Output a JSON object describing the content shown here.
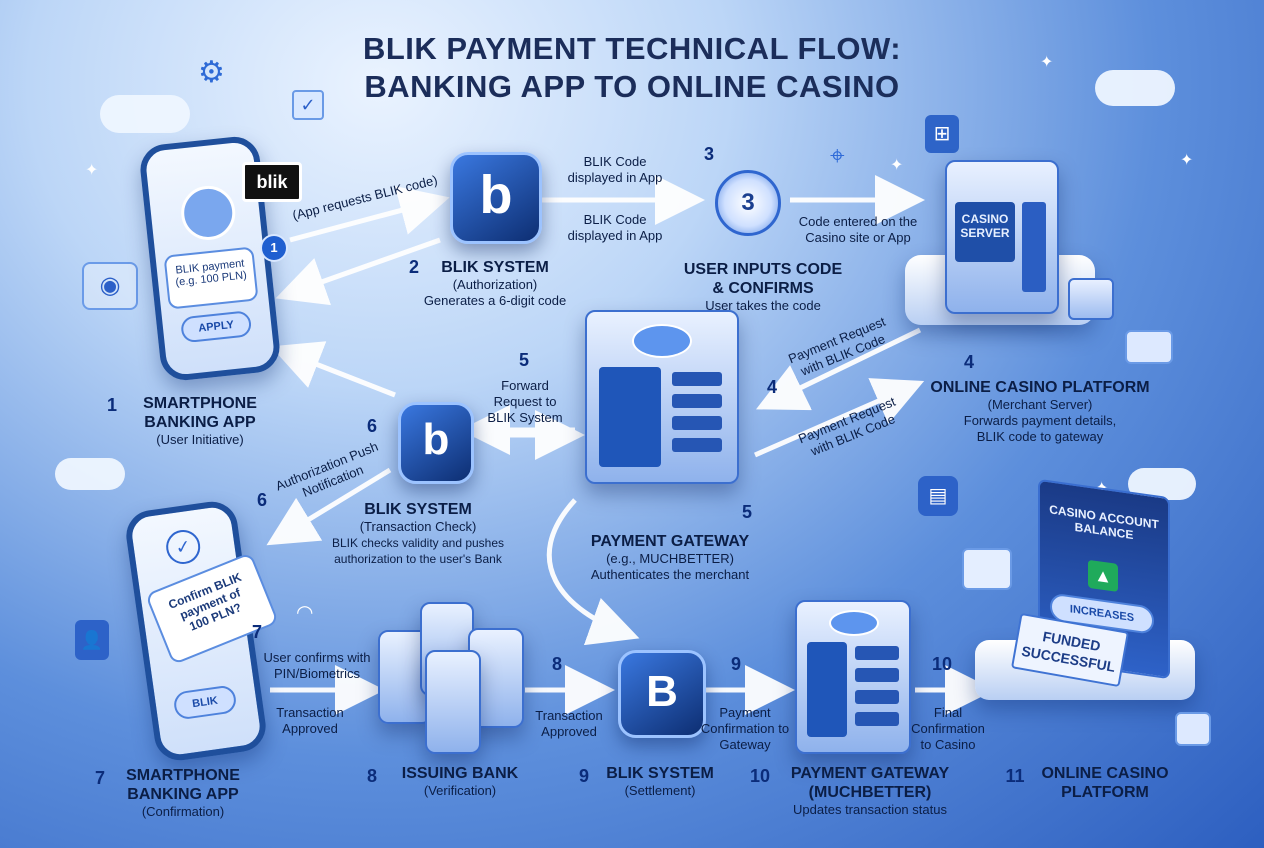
{
  "title": {
    "line1": "BLIK PAYMENT TECHNICAL FLOW:",
    "line2": "BANKING APP TO ONLINE CASINO"
  },
  "icons": [
    "gear-icon",
    "checkmark-icon",
    "cloud-icon",
    "sparkle-icon",
    "location-pin-icon",
    "fingerprint-icon",
    "document-icon",
    "wifi-icon",
    "user-icon",
    "chip-icon",
    "arrow-up-icon"
  ],
  "top_phone": {
    "logo": "blik",
    "card_line1": "BLIK payment",
    "card_line2": "(e.g. 100 PLN)",
    "button": "APPLY"
  },
  "bottom_phone": {
    "card_line1": "Confirm BLIK",
    "card_line2": "payment of",
    "card_line3": "100 PLN?",
    "button": "BLIK"
  },
  "blik_logo_letter": "b",
  "blik_logo_alt": "B",
  "user_code_digit": "3",
  "casino_server_sign": "CASINO SERVER",
  "steps": {
    "s1_num": "1",
    "s1_arrow": "(App requests BLIK code)",
    "s1_head_line1": "SMARTPHONE",
    "s1_head_line2": "BANKING APP",
    "s1_sub": "(User Initiative)",
    "s2_num": "2",
    "s2_head": "BLIK SYSTEM",
    "s2_sub1": "(Authorization)",
    "s2_sub2": "Generates a 6-digit code",
    "s2_arrow_a": "BLIK Code displayed in App",
    "s2_arrow_b": "BLIK Code displayed in App",
    "s3_num": "3",
    "s3_head_line1": "USER INPUTS CODE",
    "s3_head_line2": "& CONFIRMS",
    "s3_sub": "User takes the code",
    "s3_arrow": "Code entered on the Casino site or App",
    "s4_num": "4",
    "s4_arrow_a": "Payment Request with BLIK Code",
    "s4_arrow_b": "Payment Request with BLIK Code",
    "s4_head": "ONLINE CASINO PLATFORM",
    "s4_sub1": "(Merchant Server)",
    "s4_sub2": "Forwards payment details,",
    "s4_sub3": "BLIK code  to gateway",
    "s5_num": "5",
    "s5_arrow": "Forward Request to BLIK System",
    "s5b_num": "5",
    "s5_head": "PAYMENT GATEWAY",
    "s5_sub1": "(e.g., MUCHBETTER)",
    "s5_sub2": "Authenticates the merchant",
    "s6_num": "6",
    "s6b_num": "6",
    "s6_arrow": "Authorization Push Notification",
    "s6_head": "BLIK SYSTEM",
    "s6_sub1": "(Transaction Check)",
    "s6_sub2": "BLIK checks validity and pushes",
    "s6_sub3": "authorization to the user's Bank",
    "s7_num": "7",
    "s7_arrow_a": "User confirms with PIN/Biometrics",
    "s7_arrow_b": "Transaction Approved",
    "s7b_num": "7",
    "s7_head_line1": "SMARTPHONE",
    "s7_head_line2": "BANKING APP",
    "s7_sub": "(Confirmation)",
    "s8_num": "8",
    "s8_arrow": "Transaction Approved",
    "s8b_num": "8",
    "s8_head": "ISSUING BANK",
    "s8_sub": "(Verification)",
    "s9_num": "9",
    "s9_arrow": "Payment Confirmation to Gateway",
    "s9b_num": "9",
    "s9_head": "BLIK SYSTEM",
    "s9_sub": "(Settlement)",
    "s10_num": "10",
    "s10_arrow": "Final Confirmation to Casino",
    "s10b_num": "10",
    "s10_head_line1": "PAYMENT GATEWAY",
    "s10_head_line2": "(MUCHBETTER)",
    "s10_sub": "Updates transaction status",
    "s11_num": "11",
    "s11_head_line1": "ONLINE CASINO",
    "s11_head_line2": "PLATFORM"
  },
  "casino_screen": {
    "line1": "CASINO ACCOUNT",
    "line2": "BALANCE",
    "button": "INCREASES",
    "stamp_line1": "FUNDED",
    "stamp_line2": "SUCCESSFUL"
  },
  "colors": {
    "accent": "#1f5fd0",
    "arrow": "#ffffff",
    "dark_text": "#0b1e46"
  }
}
